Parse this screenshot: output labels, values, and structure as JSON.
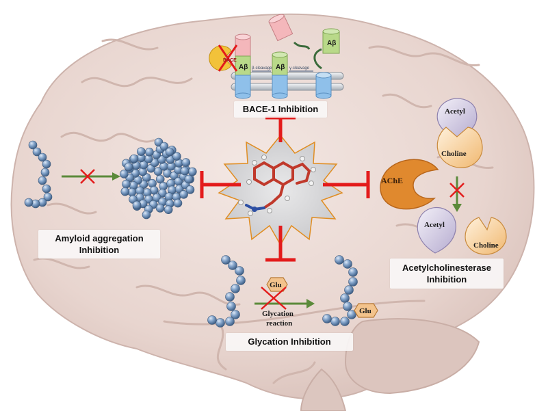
{
  "bace": {
    "title": "BACE-1 Inhibition",
    "enzyme": "BACE",
    "abeta": "Aβ",
    "beta_cleavage": "β-cleavage",
    "gamma_cleavage": "γ-cleavage"
  },
  "amyloid": {
    "title_line1": "Amyloid aggregation",
    "title_line2": "Inhibition"
  },
  "ache": {
    "title_line1": "Acetylcholinesterase",
    "title_line2": "Inhibition",
    "enzyme": "AChE",
    "acetyl": "Acetyl",
    "choline": "Choline"
  },
  "glycation": {
    "title": "Glycation Inhibition",
    "glu": "Glu",
    "reaction_line1": "Glycation",
    "reaction_line2": "reaction"
  },
  "colors": {
    "inhibition_red": "#e31b1b",
    "arrow_green": "#5b8a3a",
    "bead_blue": "#6f93bd",
    "enzyme_orange": "#e0892e",
    "brain_pink": "#ecdcd7"
  }
}
